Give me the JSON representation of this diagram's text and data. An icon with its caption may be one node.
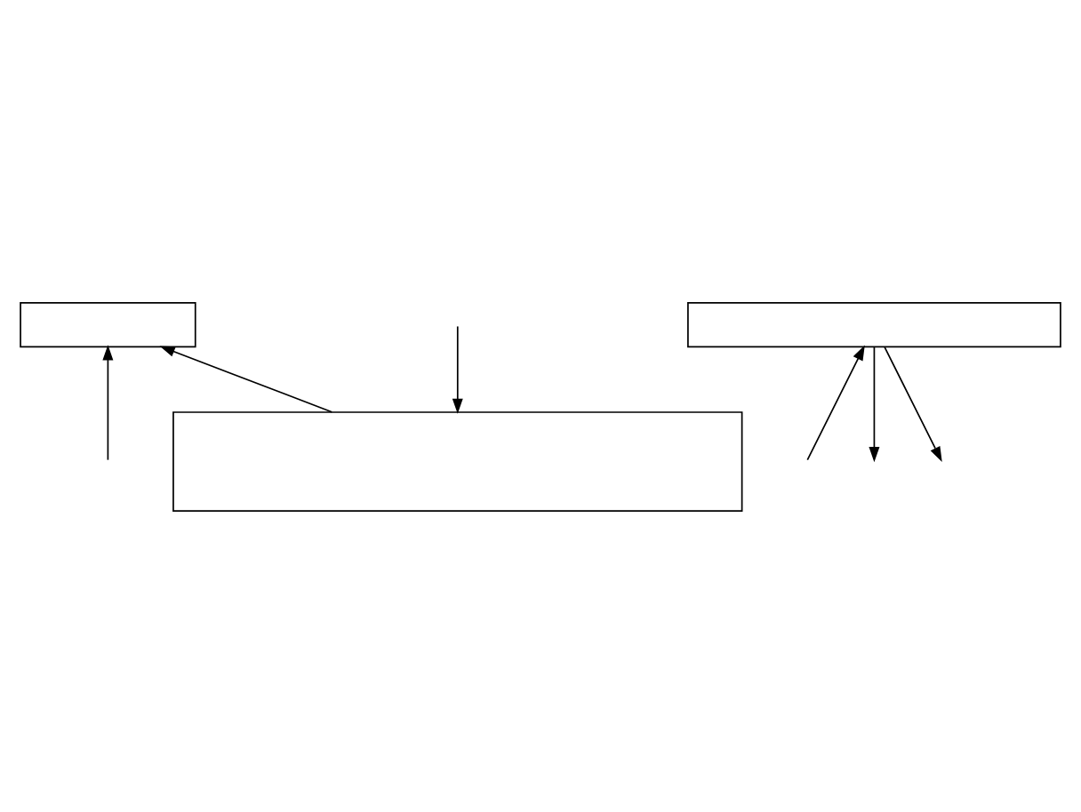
{
  "diagram": {
    "nodes": [
      {
        "text": [],
        "shape": "box"
      },
      {
        "text": [],
        "shape": "box"
      },
      {
        "text": [],
        "shape": "box"
      }
    ],
    "edges": [
      {
        "from": null,
        "to": 1,
        "arrow": "to"
      },
      {
        "from": 1,
        "to": null,
        "arrow": "to"
      },
      {
        "from": 1,
        "to": null,
        "arrow": "to"
      },
      {
        "from": null,
        "to": 2,
        "arrow": "to"
      },
      {
        "from": null,
        "to": 0,
        "arrow": "to"
      },
      {
        "from": 2,
        "to": 0,
        "arrow": "to"
      }
    ]
  }
}
